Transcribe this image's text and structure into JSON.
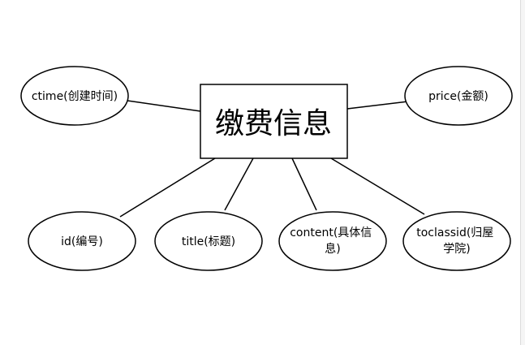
{
  "diagram": {
    "entity": {
      "label": "缴费信息"
    },
    "attributes": [
      {
        "id": "ctime",
        "lines": [
          "ctime(创建时间)"
        ]
      },
      {
        "id": "price",
        "lines": [
          "price(金额)"
        ]
      },
      {
        "id": "id",
        "lines": [
          "id(编号)"
        ]
      },
      {
        "id": "title",
        "lines": [
          "title(标题)"
        ]
      },
      {
        "id": "content",
        "lines": [
          "content(具体信",
          "息)"
        ]
      },
      {
        "id": "toclassid",
        "lines": [
          "toclassid(归屋",
          "学院)"
        ]
      }
    ]
  },
  "colors": {
    "stroke": "#000000",
    "fill": "#ffffff",
    "rail": "#f5f5f5"
  }
}
